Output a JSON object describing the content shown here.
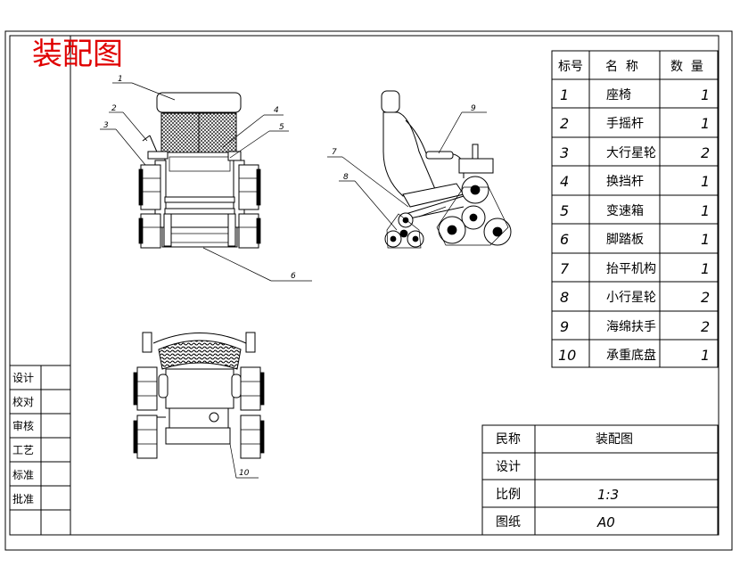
{
  "drawing_title": "装配图",
  "parts_table": {
    "headers": [
      "标号",
      "名  称",
      "数  量"
    ],
    "rows": [
      {
        "no": "1",
        "name": "座椅",
        "qty": "1"
      },
      {
        "no": "2",
        "name": "手摇杆",
        "qty": "1"
      },
      {
        "no": "3",
        "name": "大行星轮",
        "qty": "2"
      },
      {
        "no": "4",
        "name": "换挡杆",
        "qty": "1"
      },
      {
        "no": "5",
        "name": "变速箱",
        "qty": "1"
      },
      {
        "no": "6",
        "name": "脚踏板",
        "qty": "1"
      },
      {
        "no": "7",
        "name": "抬平机构",
        "qty": "1"
      },
      {
        "no": "8",
        "name": "小行星轮",
        "qty": "2"
      },
      {
        "no": "9",
        "name": "海绵扶手",
        "qty": "2"
      },
      {
        "no": "10",
        "name": "承重底盘",
        "qty": "1"
      }
    ]
  },
  "sign_block": [
    "设计",
    "校对",
    "审核",
    "工艺",
    "标准",
    "批准"
  ],
  "title_block": {
    "name_label": "民称",
    "name_value": "装配图",
    "design_label": "设计",
    "design_value": "",
    "scale_label": "比例",
    "scale_value": "1:3",
    "paper_label": "图纸",
    "paper_value": "A0"
  },
  "callouts": [
    "1",
    "2",
    "3",
    "4",
    "5",
    "6",
    "7",
    "8",
    "9",
    "10"
  ]
}
